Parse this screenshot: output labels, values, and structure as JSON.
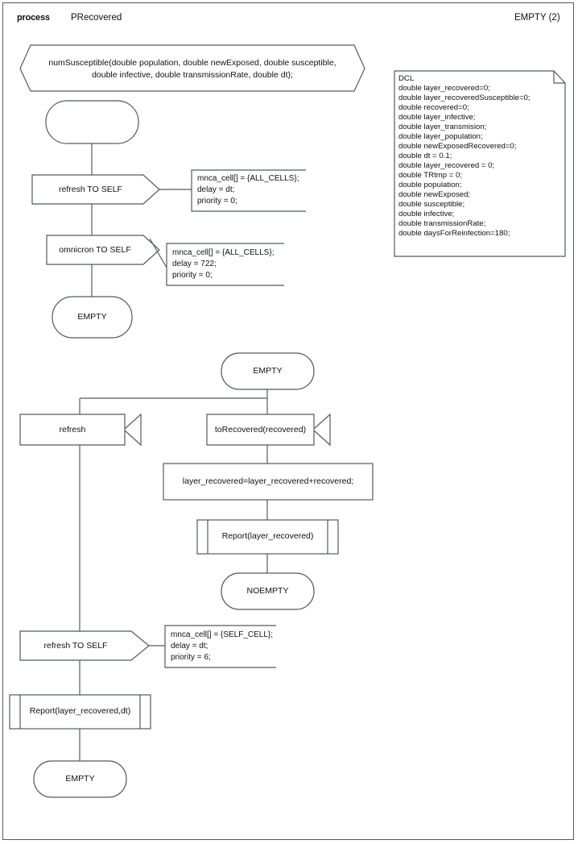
{
  "header": {
    "keyword": "process",
    "process_name": "PRecovered",
    "right_label": "EMPTY (2)"
  },
  "procedure_decl": {
    "line1": "numSusceptible(double population, double newExposed, double susceptible,",
    "line2": "double infective, double transmissionRate, double dt);"
  },
  "dcl": {
    "title": "DCL",
    "lines": [
      "double layer_recovered=0;",
      "double layer_recoveredSusceptible=0;",
      "double recovered=0;",
      "double layer_infective;",
      "double layer_transmision;",
      "double layer_population;",
      "double newExposedRecovered=0;",
      "double dt = 0.1;",
      "double layer_recovered = 0;",
      "double TRtmp = 0;",
      "double population;",
      "double newExposed;",
      "double susceptible;",
      "double infective;",
      "double transmissionRate;",
      "double daysForReinfection=180;"
    ]
  },
  "flow": {
    "start_state": "",
    "output_refresh_self_1": "refresh TO SELF",
    "output_omnicron_self": "omnicron TO SELF",
    "state_empty_1": "EMPTY",
    "state_empty_2": "EMPTY",
    "input_refresh": "refresh",
    "input_to_recovered": "toRecovered(recovered)",
    "task_layer_recovered": "layer_recovered=layer_recovered+recovered;",
    "call_report_layer_recovered": "Report(layer_recovered)",
    "state_noempty": "NOEMPTY",
    "output_refresh_self_2": "refresh TO SELF",
    "call_report_layer_recovered_dt": "Report(layer_recovered,dt)",
    "state_empty_3": "EMPTY"
  },
  "notes": {
    "note1": {
      "line1": "mnca_cell[] = {ALL_CELLS};",
      "line2": "delay = dt;",
      "line3": "priority = 0;"
    },
    "note2": {
      "line1": "mnca_cell[] = {ALL_CELLS};",
      "line2": "delay = 722;",
      "line3": "priority = 0;"
    },
    "note3": {
      "line1": "mnca_cell[] = {SELF_CELL};",
      "line2": "delay = dt;",
      "line3": "priority = 6;"
    }
  },
  "colors": {
    "stroke": "#555a60",
    "stroke_dark": "#3a3e44",
    "text": "#111111",
    "background": "#ffffff"
  }
}
